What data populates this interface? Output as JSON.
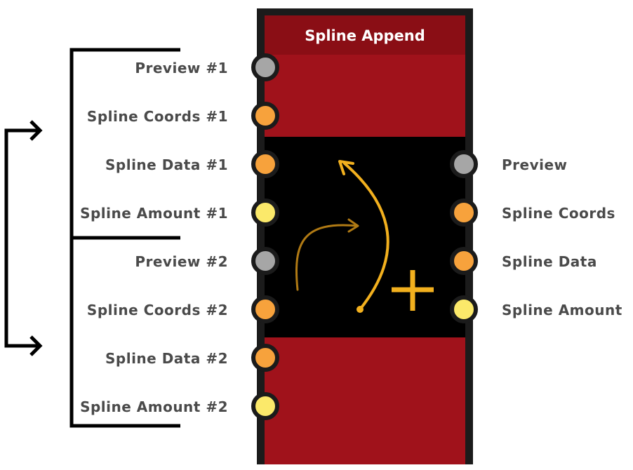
{
  "node": {
    "title": "Spline Append"
  },
  "inputs": [
    {
      "label": "Preview #1",
      "type": "preview",
      "color": "#a6a6a6"
    },
    {
      "label": "Spline Coords #1",
      "type": "coords",
      "color": "#f7a23c"
    },
    {
      "label": "Spline Data #1",
      "type": "data",
      "color": "#f7a23c"
    },
    {
      "label": "Spline Amount #1",
      "type": "amount",
      "color": "#fbe96a"
    },
    {
      "label": "Preview #2",
      "type": "preview",
      "color": "#a6a6a6"
    },
    {
      "label": "Spline Coords #2",
      "type": "coords",
      "color": "#f7a23c"
    },
    {
      "label": "Spline Data #2",
      "type": "data",
      "color": "#f7a23c"
    },
    {
      "label": "Spline Amount #2",
      "type": "amount",
      "color": "#fbe96a"
    }
  ],
  "outputs": [
    {
      "label": "Preview",
      "type": "preview",
      "color": "#a6a6a6"
    },
    {
      "label": "Spline Coords",
      "type": "coords",
      "color": "#f7a23c"
    },
    {
      "label": "Spline Data",
      "type": "data",
      "color": "#f7a23c"
    },
    {
      "label": "Spline Amount",
      "type": "amount",
      "color": "#fbe96a"
    }
  ],
  "icon": {
    "name": "spline-append-icon",
    "accent": "#f2b01e",
    "dim": "#b07a14"
  },
  "colors": {
    "node_bg": "#a0121b",
    "title_bar": "#8a0e15",
    "frame": "#1b1b1b",
    "label_text": "#4a4a4a",
    "bracket": "#000000"
  }
}
